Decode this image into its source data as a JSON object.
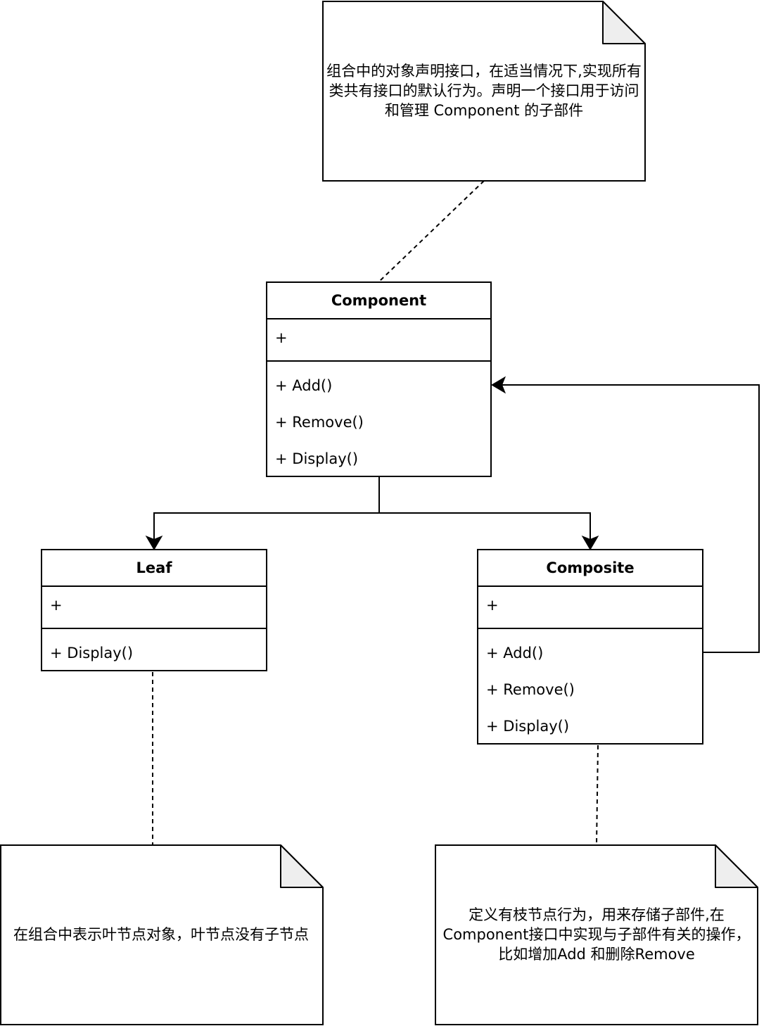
{
  "notes": {
    "component_note": "组合中的对象声明接口，在适当情况下,实现所有类共有接口的默认行为。声明一个接口用于访问和管理 Component 的子部件",
    "leaf_note": "在组合中表示叶节点对象，叶节点没有子节点",
    "composite_note": "定义有枝节点行为，用来存储子部件,在Component接口中实现与子部件有关的操作，比如增加Add 和删除Remove"
  },
  "classes": {
    "component": {
      "name": "Component",
      "attribute": "+",
      "methods": [
        "+ Add()",
        "+ Remove()",
        "+ Display()"
      ]
    },
    "leaf": {
      "name": "Leaf",
      "attribute": "+",
      "methods": [
        "+ Display()"
      ]
    },
    "composite": {
      "name": "Composite",
      "attribute": "+",
      "methods": [
        "+ Add()",
        "+ Remove()",
        "+ Display()"
      ]
    }
  }
}
